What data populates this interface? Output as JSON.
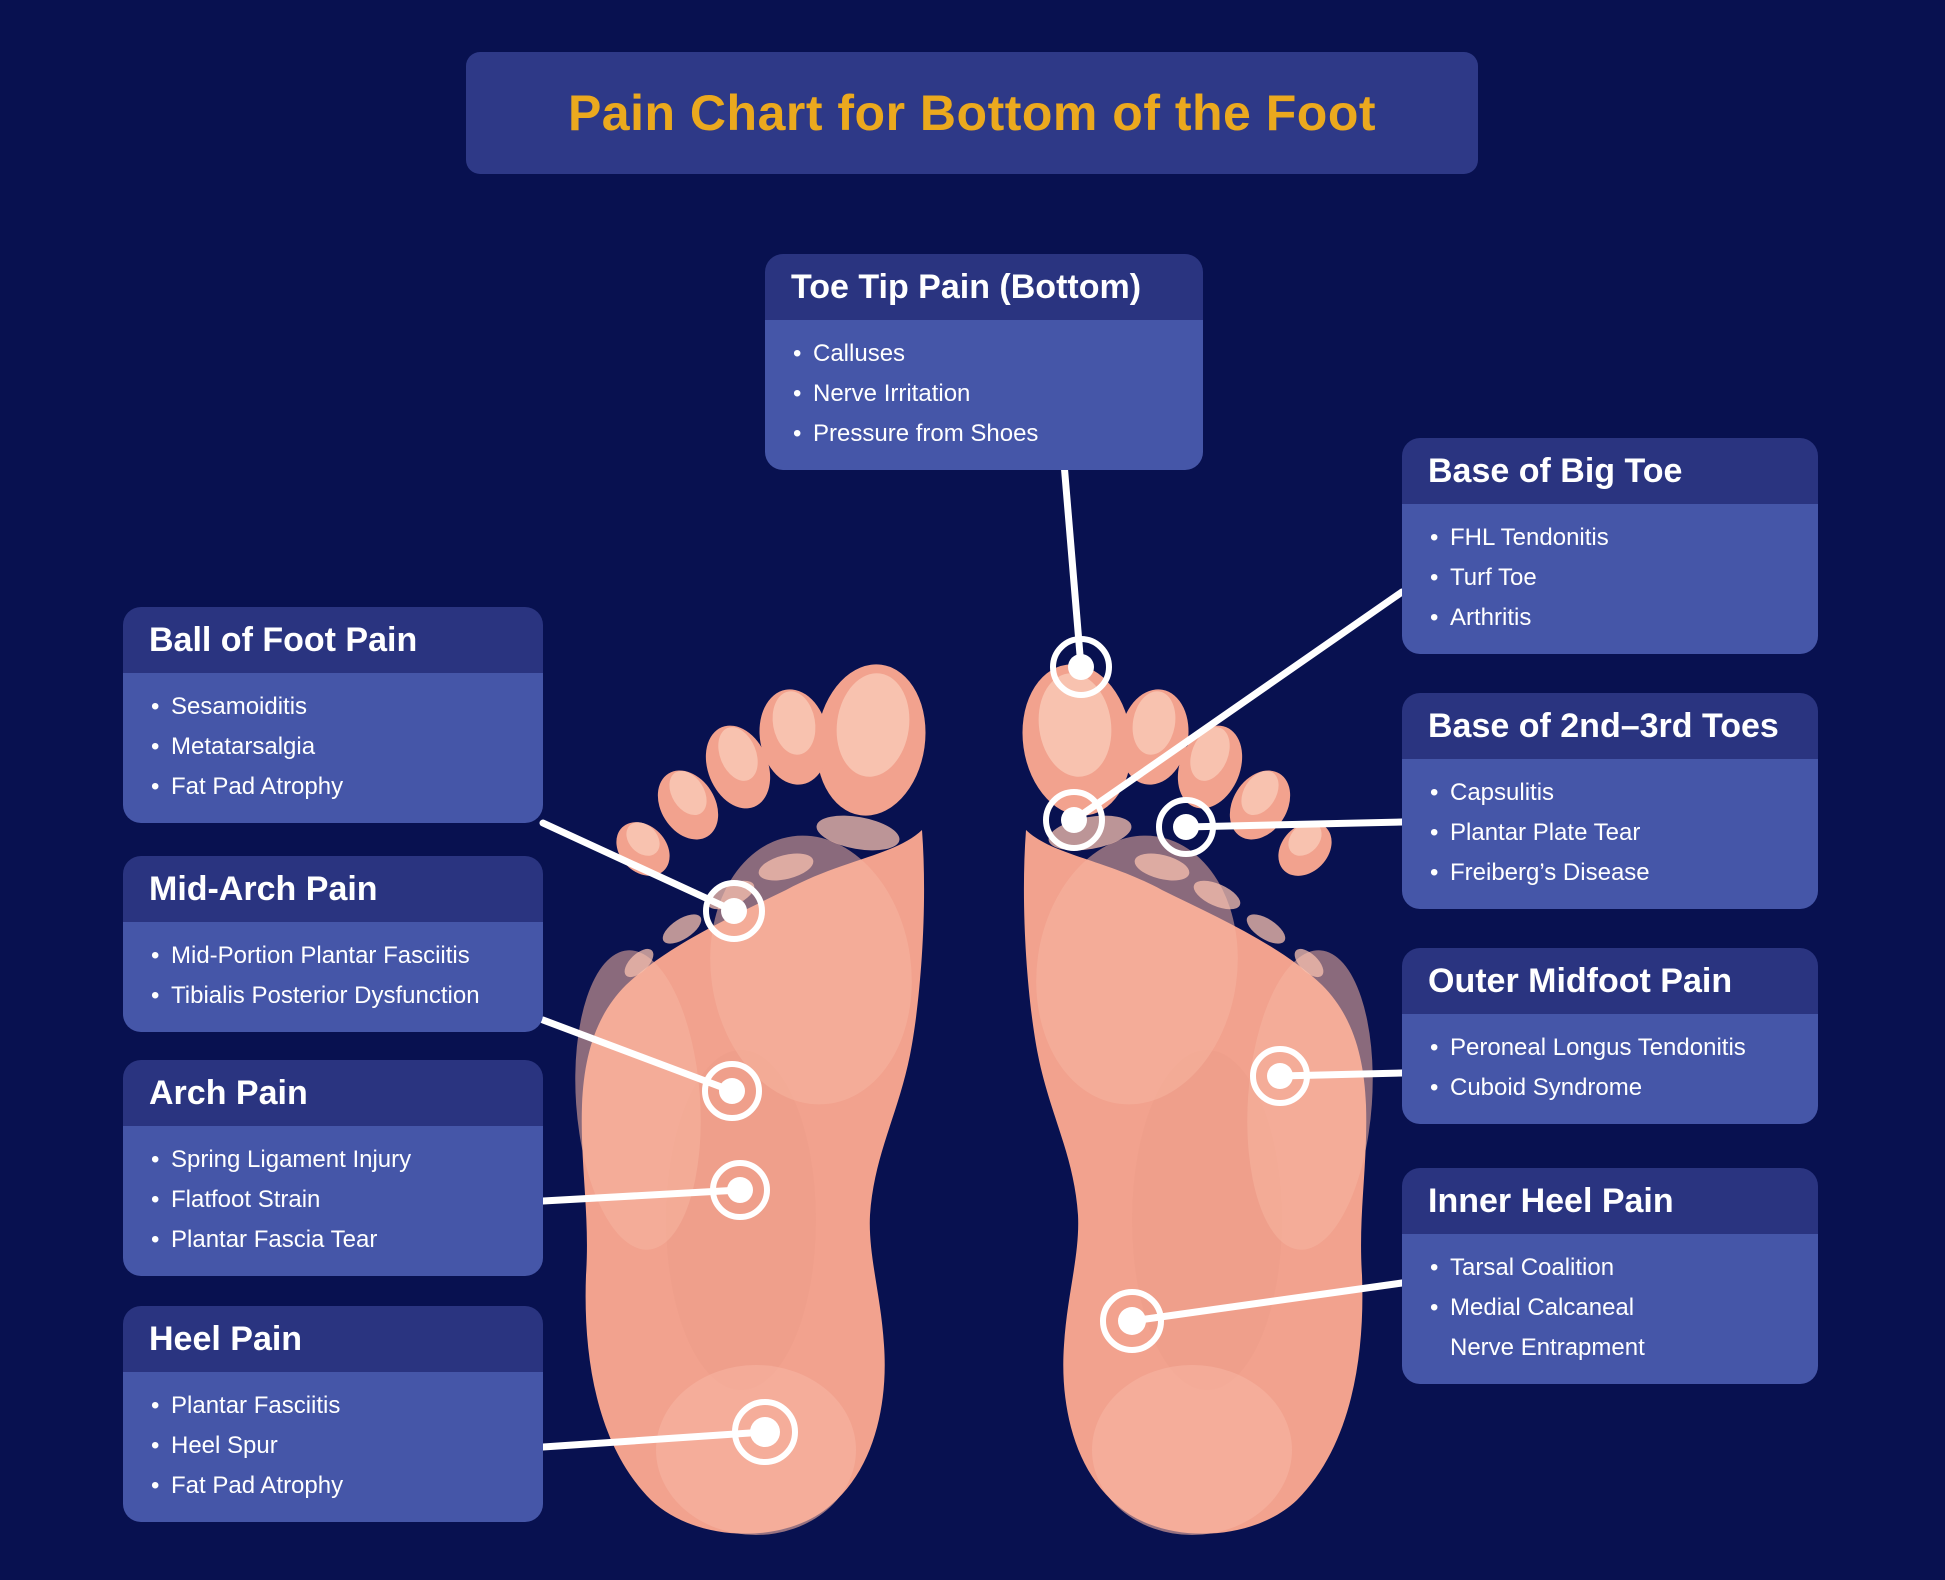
{
  "title": "Pain Chart for Bottom of the Foot",
  "colors": {
    "background": "#081150",
    "panel_header": "#2A3480",
    "panel_body": "#4556A8",
    "title_panel": "#2E3987",
    "title_text": "#EBA91E",
    "text": "#FFFFFF",
    "line": "#FFFFFF",
    "skin": "#F2A28E",
    "skin_light": "#F6B4A1",
    "skin_highlight": "#F8C2AF",
    "skin_shadow": "#EC9B87"
  },
  "callouts": {
    "toe_tip": {
      "title": "Toe Tip Pain (Bottom)",
      "items": [
        "Calluses",
        "Nerve Irritation",
        "Pressure from Shoes"
      ]
    },
    "left": [
      {
        "title": "Ball of Foot Pain",
        "items": [
          "Sesamoiditis",
          "Metatarsalgia",
          "Fat Pad Atrophy"
        ]
      },
      {
        "title": "Mid-Arch Pain",
        "items": [
          "Mid-Portion Plantar Fasciitis",
          "Tibialis Posterior Dysfunction"
        ]
      },
      {
        "title": "Arch Pain",
        "items": [
          "Spring Ligament Injury",
          "Flatfoot Strain",
          "Plantar Fascia Tear"
        ]
      },
      {
        "title": "Heel Pain",
        "items": [
          "Plantar Fasciitis",
          "Heel Spur",
          "Fat Pad Atrophy"
        ]
      }
    ],
    "right": [
      {
        "title": "Base of Big Toe",
        "items": [
          "FHL Tendonitis",
          "Turf Toe",
          "Arthritis"
        ]
      },
      {
        "title": "Base of 2nd–3rd Toes",
        "items": [
          "Capsulitis",
          "Plantar Plate Tear",
          "Freiberg’s Disease"
        ]
      },
      {
        "title": "Outer Midfoot Pain",
        "items": [
          "Peroneal Longus Tendonitis",
          "Cuboid Syndrome"
        ]
      },
      {
        "title": "Inner Heel Pain",
        "items": [
          "Tarsal Coalition",
          "Medial Calcaneal\nNerve Entrapment"
        ]
      }
    ]
  }
}
